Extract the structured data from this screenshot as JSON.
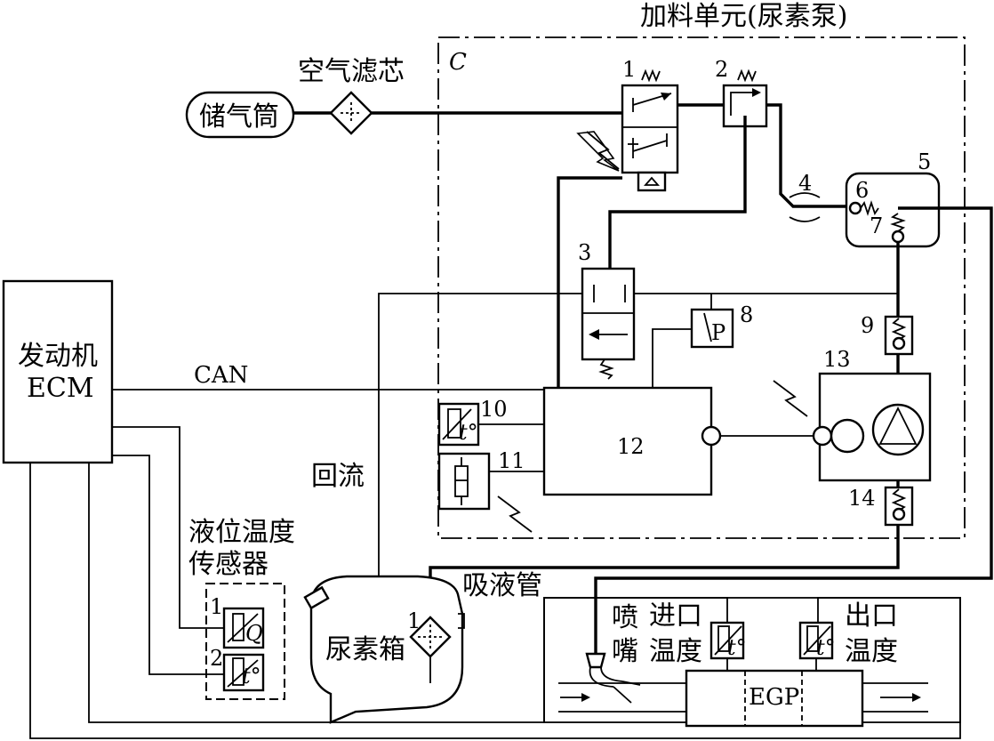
{
  "labels": {
    "dosing_unit_title": "加料单元(尿素泵)",
    "unit_c": "C",
    "air_filter": "空气滤芯",
    "air_tank": "储气筒",
    "engine_ecm_line1": "发动机",
    "engine_ecm_line2": "ECM",
    "can": "CAN",
    "return_flow": "回流",
    "level_temp_sensor_line1": "液位温度",
    "level_temp_sensor_line2": "传感器",
    "suction_pipe": "吸液管",
    "urea_tank": "尿素箱",
    "nozzle_line1": "喷",
    "nozzle_line2": "嘴",
    "inlet_temp_line1": "进口",
    "inlet_temp_line2": "温度",
    "outlet_temp_line1": "出口",
    "outlet_temp_line2": "温度",
    "egp": "EGP",
    "pressure_switch": "P",
    "sensor_q": "Q",
    "sensor_t": "t°"
  },
  "numbers": {
    "n1": "1",
    "n2": "2",
    "n3": "3",
    "n4": "4",
    "n5": "5",
    "n6": "6",
    "n7": "7",
    "n8": "8",
    "n9": "9",
    "n10": "10",
    "n11": "11",
    "n12": "12",
    "n13": "13",
    "n14": "14",
    "sensor1": "1",
    "sensor2": "2",
    "tank_filter": "1"
  }
}
